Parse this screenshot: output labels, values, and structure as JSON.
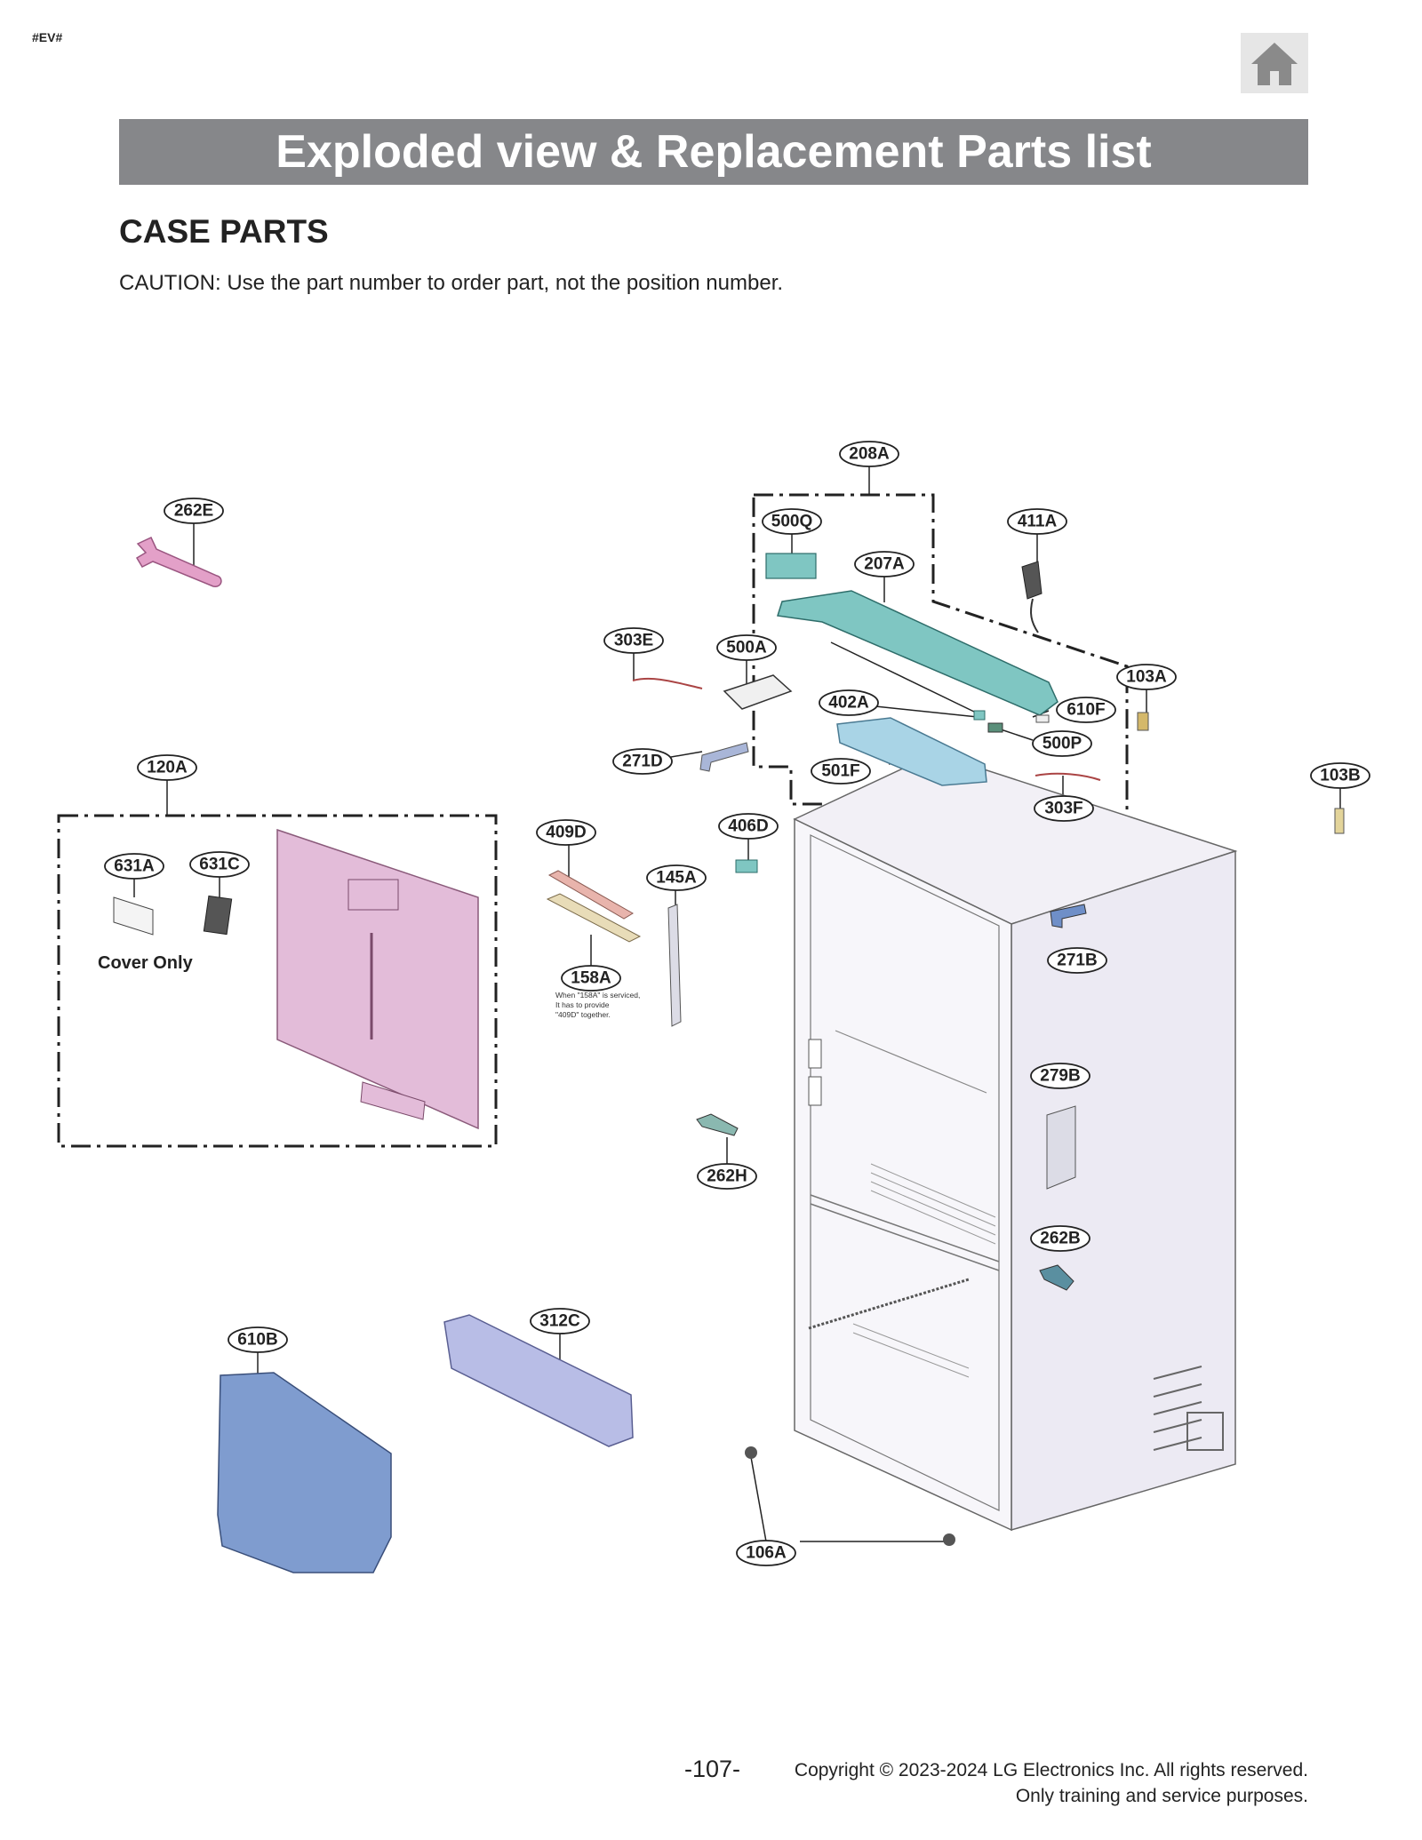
{
  "header": {
    "tag": "#EV#",
    "home_icon": "home-icon",
    "banner_title": "Exploded view & Replacement Parts list"
  },
  "section": {
    "title": "CASE PARTS",
    "caution": "CAUTION: Use the part number to order part, not the position number."
  },
  "diagram": {
    "callouts": {
      "c208A": "208A",
      "c262E": "262E",
      "c500Q": "500Q",
      "c411A": "411A",
      "c207A": "207A",
      "c303E": "303E",
      "c500A": "500A",
      "c103A": "103A",
      "c402A": "402A",
      "c610F": "610F",
      "c500P": "500P",
      "c271D": "271D",
      "c501F": "501F",
      "c120A": "120A",
      "c103B": "103B",
      "c303F": "303F",
      "c409D": "409D",
      "c406D": "406D",
      "c631A": "631A",
      "c631C": "631C",
      "c145A": "145A",
      "c271B": "271B",
      "c158A": "158A",
      "c279B": "279B",
      "c262H": "262H",
      "c262B": "262B",
      "c312C": "312C",
      "c610B": "610B",
      "c106A": "106A"
    },
    "cover_only": "Cover Only",
    "note_158A": [
      "When \"158A\" is serviced,",
      "It has to provide",
      "\"409D\" together."
    ],
    "part_colors": {
      "pink": "#e3bcd9",
      "teal": "#7fc6c2",
      "light_blue": "#a9d4e6",
      "lavender": "#b8bde6",
      "blue": "#7f9ccf",
      "cabinet": "#f2f0f6",
      "salmon": "#e8b4ac"
    }
  },
  "footer": {
    "page_number": "-107-",
    "copyright_line1": "Copyright © 2023-2024 LG Electronics Inc. All rights reserved.",
    "copyright_line2": "Only training and service purposes."
  }
}
